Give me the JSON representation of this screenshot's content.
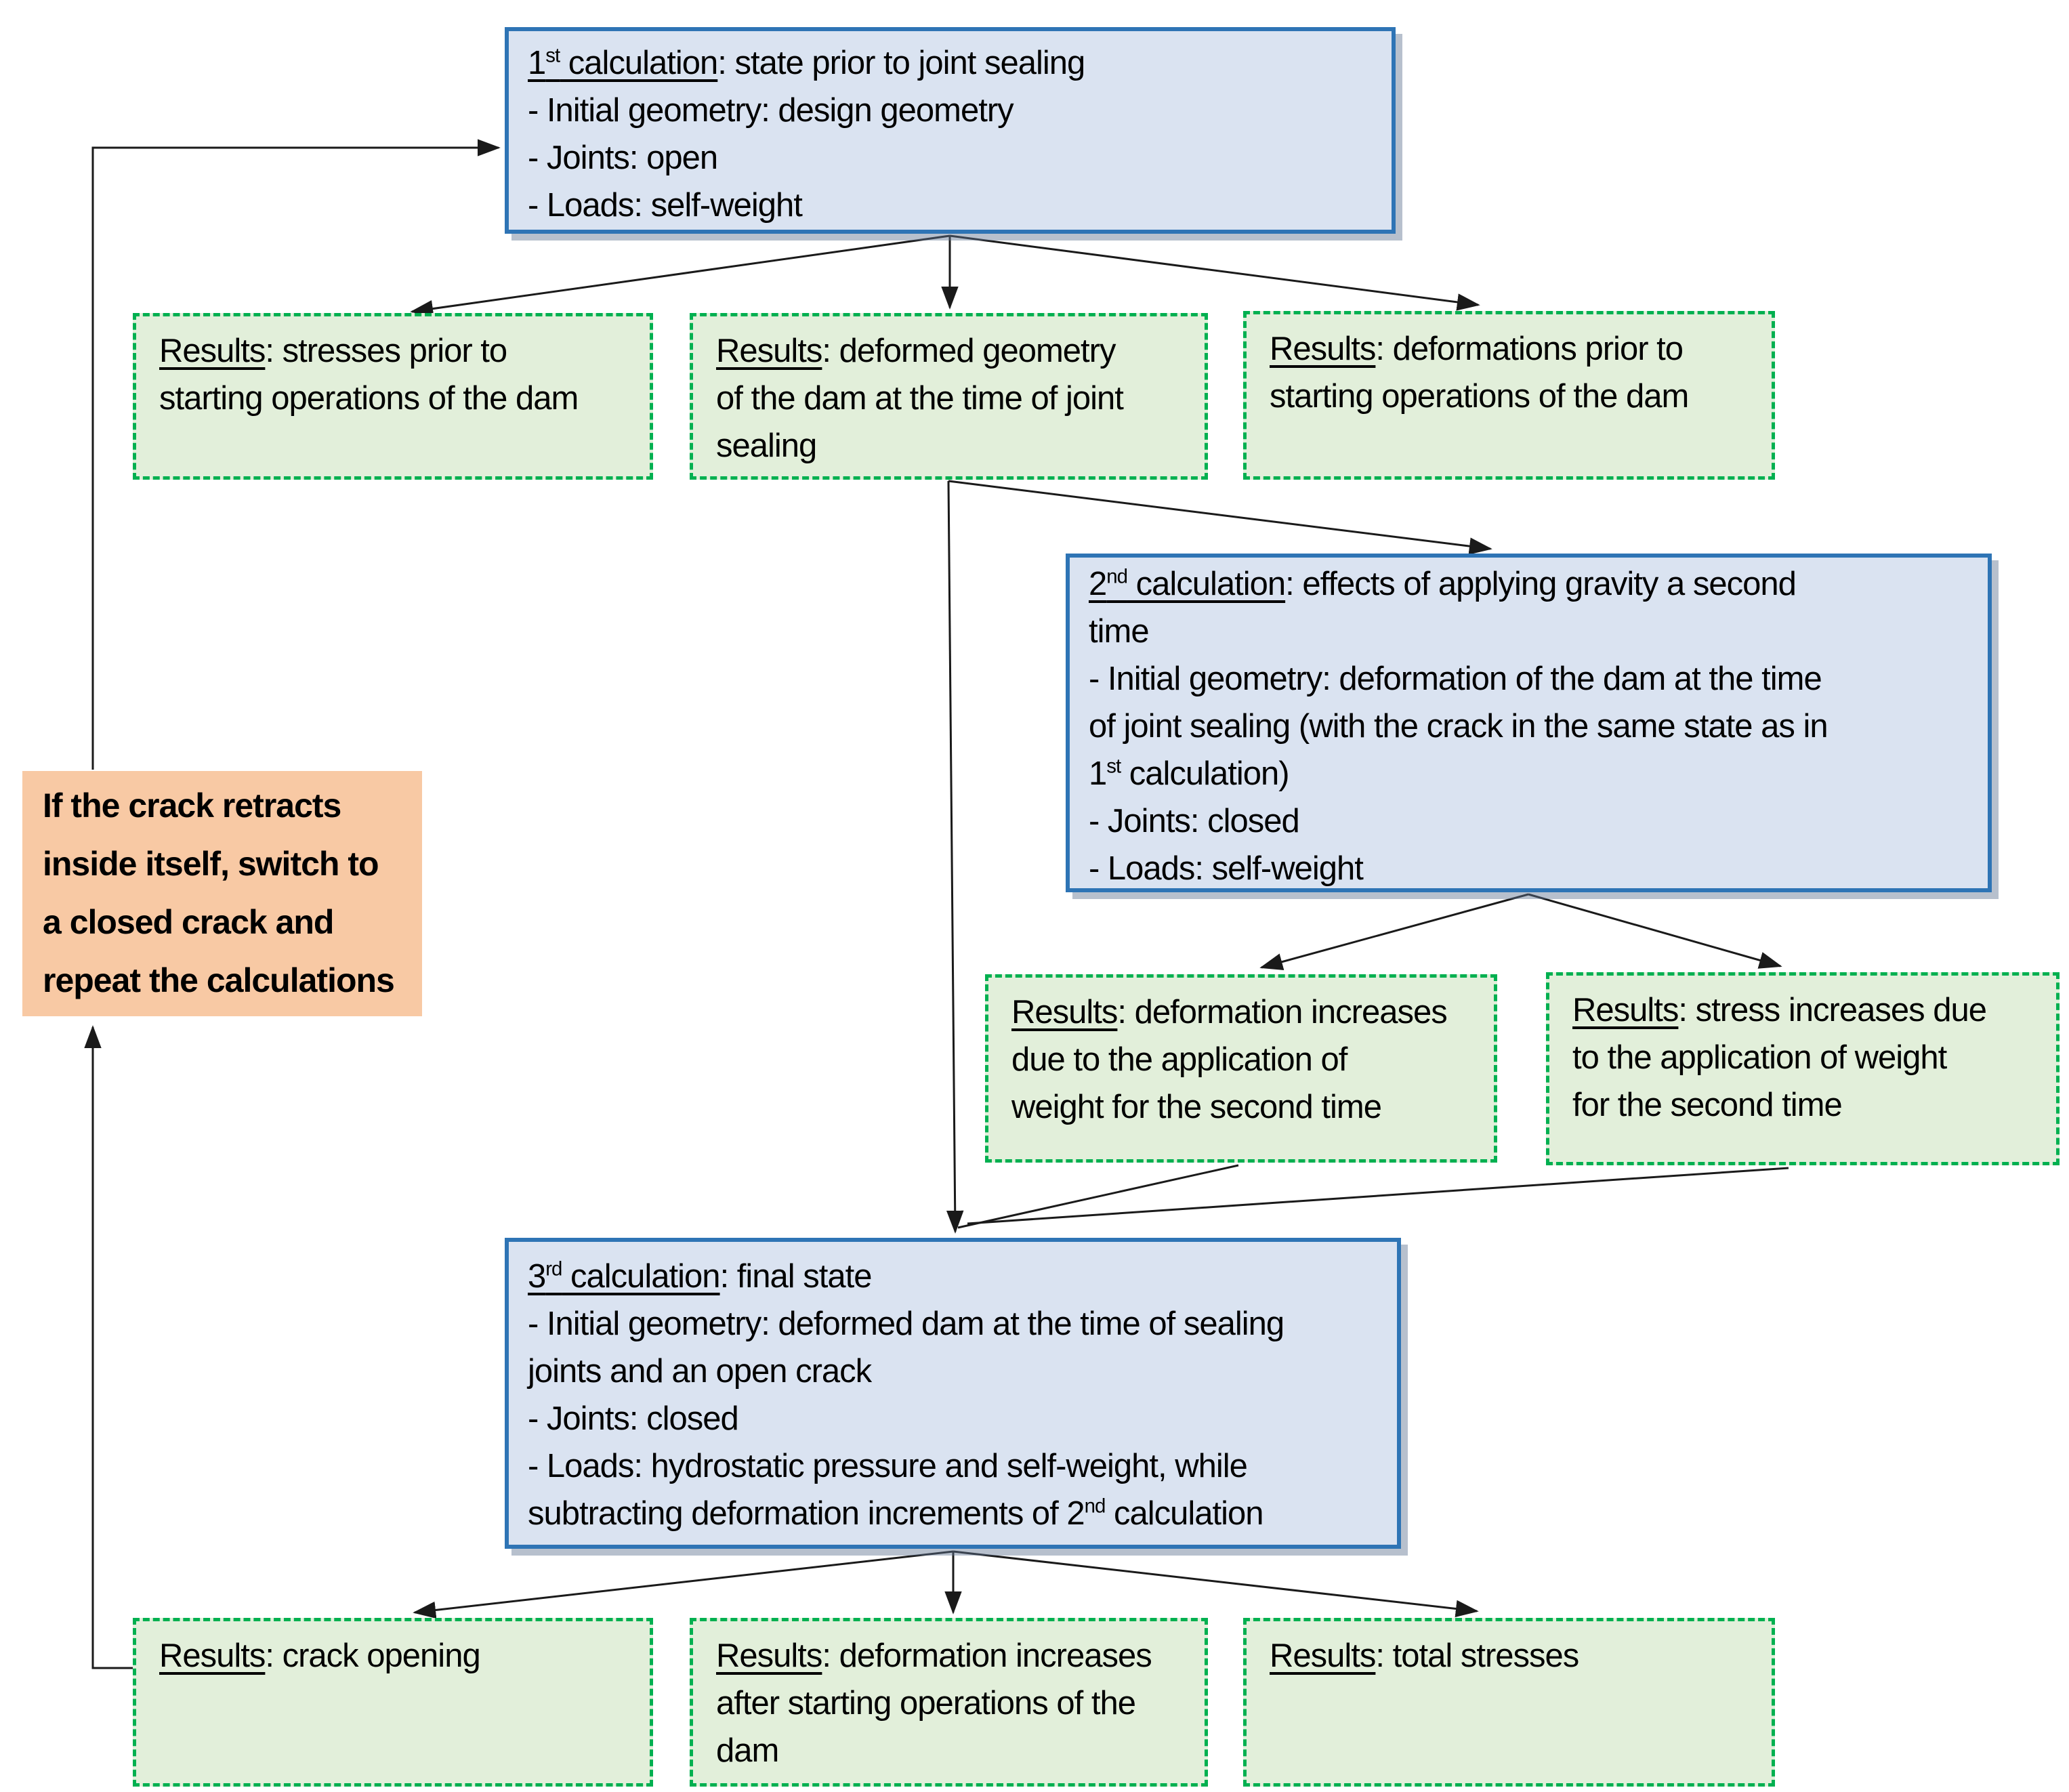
{
  "colors": {
    "calc_fill": "#dae3f1",
    "calc_border": "#2e74b5",
    "result_fill": "#e2efda",
    "result_border": "#00b050",
    "note_fill": "#f8c9a4",
    "connector": "#1a1a1a"
  },
  "boxes": {
    "calc1": {
      "role": "calculation",
      "lines": [
        "__1^st^ calculation__: state prior to joint sealing",
        "- Initial geometry: design geometry",
        "- Joints: open",
        "- Loads: self-weight"
      ]
    },
    "result_stresses_prior": {
      "role": "result",
      "lines": [
        "__Results__: stresses prior to",
        "starting operations of the dam"
      ]
    },
    "result_deformed_geometry": {
      "role": "result",
      "lines": [
        "__Results__: deformed geometry",
        "of the dam at the time of joint",
        "sealing"
      ]
    },
    "result_deformations_prior": {
      "role": "result",
      "lines": [
        "__Results__: deformations prior to",
        "starting operations of the dam"
      ]
    },
    "calc2": {
      "role": "calculation",
      "lines": [
        "__2^nd^ calculation__: effects of applying gravity a second",
        "time",
        "- Initial geometry: deformation of the dam at the time",
        "of joint sealing (with the crack in the same state as in",
        "1^st^ calculation)",
        "- Joints: closed",
        "- Loads: self-weight"
      ]
    },
    "note_crack": {
      "role": "note",
      "lines": [
        "If the crack retracts",
        "inside itself, switch to",
        "a closed crack and",
        "repeat the calculations"
      ]
    },
    "result_deformation_increases_second": {
      "role": "result",
      "lines": [
        "__Results__: deformation increases",
        "due to the application of",
        "weight for the second time"
      ]
    },
    "result_stress_increases_second": {
      "role": "result",
      "lines": [
        "__Results__: stress increases due",
        "to the application of weight",
        "for the second time"
      ]
    },
    "calc3": {
      "role": "calculation",
      "lines": [
        "__3^rd^ calculation__: final state",
        "- Initial geometry: deformed dam at the time of sealing",
        "joints and an open crack",
        "- Joints: closed",
        "- Loads: hydrostatic pressure and self-weight, while",
        "subtracting deformation increments of 2^nd^ calculation"
      ]
    },
    "result_crack_opening": {
      "role": "result",
      "lines": [
        "__Results__: crack opening"
      ]
    },
    "result_deformation_increases_after": {
      "role": "result",
      "lines": [
        "__Results__: deformation increases",
        "after starting operations of the",
        "dam"
      ]
    },
    "result_total_stresses": {
      "role": "result",
      "lines": [
        "__Results__: total stresses"
      ]
    }
  }
}
